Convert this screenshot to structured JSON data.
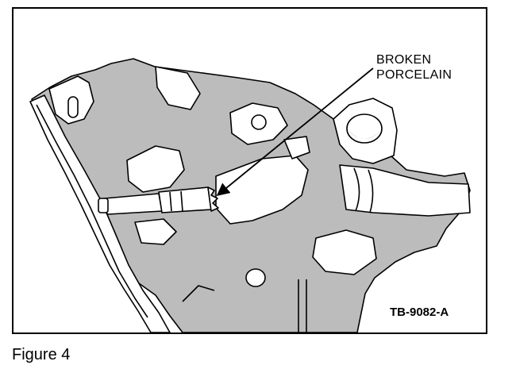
{
  "figure": {
    "callout_line1": "BROKEN",
    "callout_line2": "PORCELAIN",
    "reference_code": "TB-9082-A",
    "caption": "Figure 4"
  },
  "colors": {
    "ink": "#000000",
    "background": "#ffffff",
    "casting_shade": "#bcbcbc"
  }
}
